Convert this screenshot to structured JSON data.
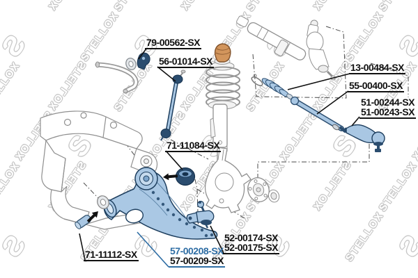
{
  "watermark": {
    "text": "STELLOX",
    "logo_letter": "S"
  },
  "colors": {
    "highlight_link": "#2e6da4",
    "part_highlight_fill": "#aac8e4",
    "part_dark_navy": "#2b4d6f",
    "bump_stop_orange": "#d2955c",
    "label_text": "#111111",
    "watermark_grey": "#c6c6c6"
  },
  "labels": {
    "stabilizer_bushing": {
      "part_number": "79-00562-SX"
    },
    "stabilizer_link": {
      "part_number": "56-01014-SX"
    },
    "steering_boot": {
      "part_number": "13-00484-SX"
    },
    "inner_tie_rod": {
      "part_number": "55-00400-SX"
    },
    "tie_rod_end": {
      "part_numbers": [
        "51-00244-SX",
        "51-00243-SX"
      ]
    },
    "arm_rear_bushing": {
      "part_number": "71-11084-SX"
    },
    "arm_sleeve": {
      "part_number": "71-11112-SX"
    },
    "control_arm": {
      "part_numbers": [
        "57-00208-SX",
        "57-00209-SX"
      ]
    },
    "ball_joint": {
      "part_numbers": [
        "52-00174-SX",
        "52-00175-SX"
      ]
    }
  }
}
